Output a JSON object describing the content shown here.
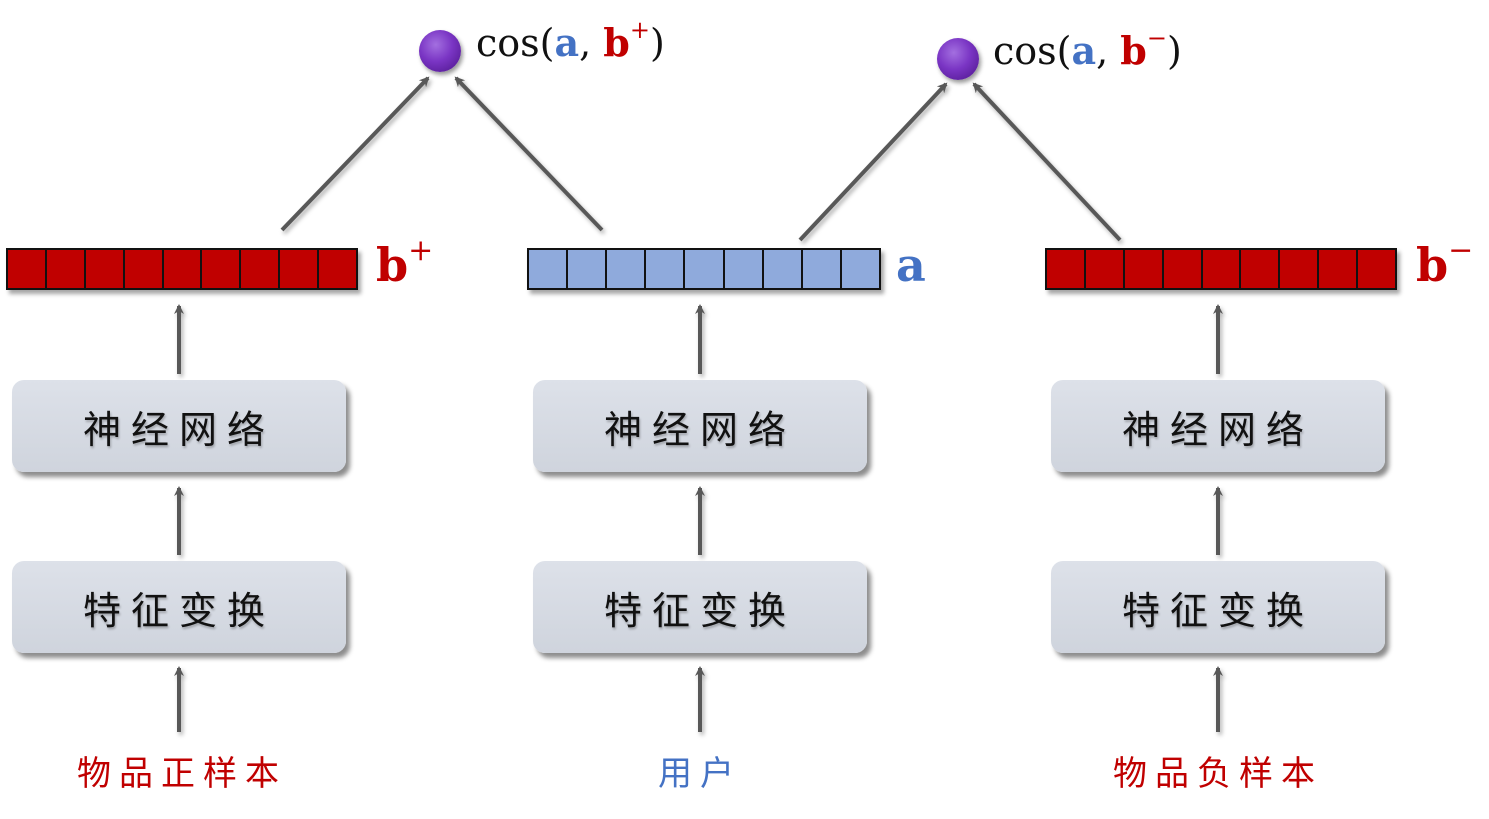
{
  "colors": {
    "positive": "#c00000",
    "user": "#8faadc",
    "user_text": "#4472c4",
    "negative": "#c00000",
    "arrow": "#595959",
    "box_bg": "#d6dae2",
    "node": "#7a35c4"
  },
  "scores": [
    {
      "func": "cos",
      "open": "(",
      "arg1": "a",
      "sep": ", ",
      "arg2": "b",
      "arg2_sup": "+",
      "close": ")"
    },
    {
      "func": "cos",
      "open": "(",
      "arg1": "a",
      "sep": ", ",
      "arg2": "b",
      "arg2_sup": "−",
      "close": ")"
    }
  ],
  "towers": [
    {
      "id": "positive-item",
      "vector": {
        "name": "b",
        "sup": "+",
        "cells": 9
      },
      "network_label": "神经网络",
      "transform_label": "特征变换",
      "input_label": "物品正样本"
    },
    {
      "id": "user",
      "vector": {
        "name": "a",
        "sup": "",
        "cells": 9
      },
      "network_label": "神经网络",
      "transform_label": "特征变换",
      "input_label": "用户"
    },
    {
      "id": "negative-item",
      "vector": {
        "name": "b",
        "sup": "−",
        "cells": 9
      },
      "network_label": "神经网络",
      "transform_label": "特征变换",
      "input_label": "物品负样本"
    }
  ]
}
